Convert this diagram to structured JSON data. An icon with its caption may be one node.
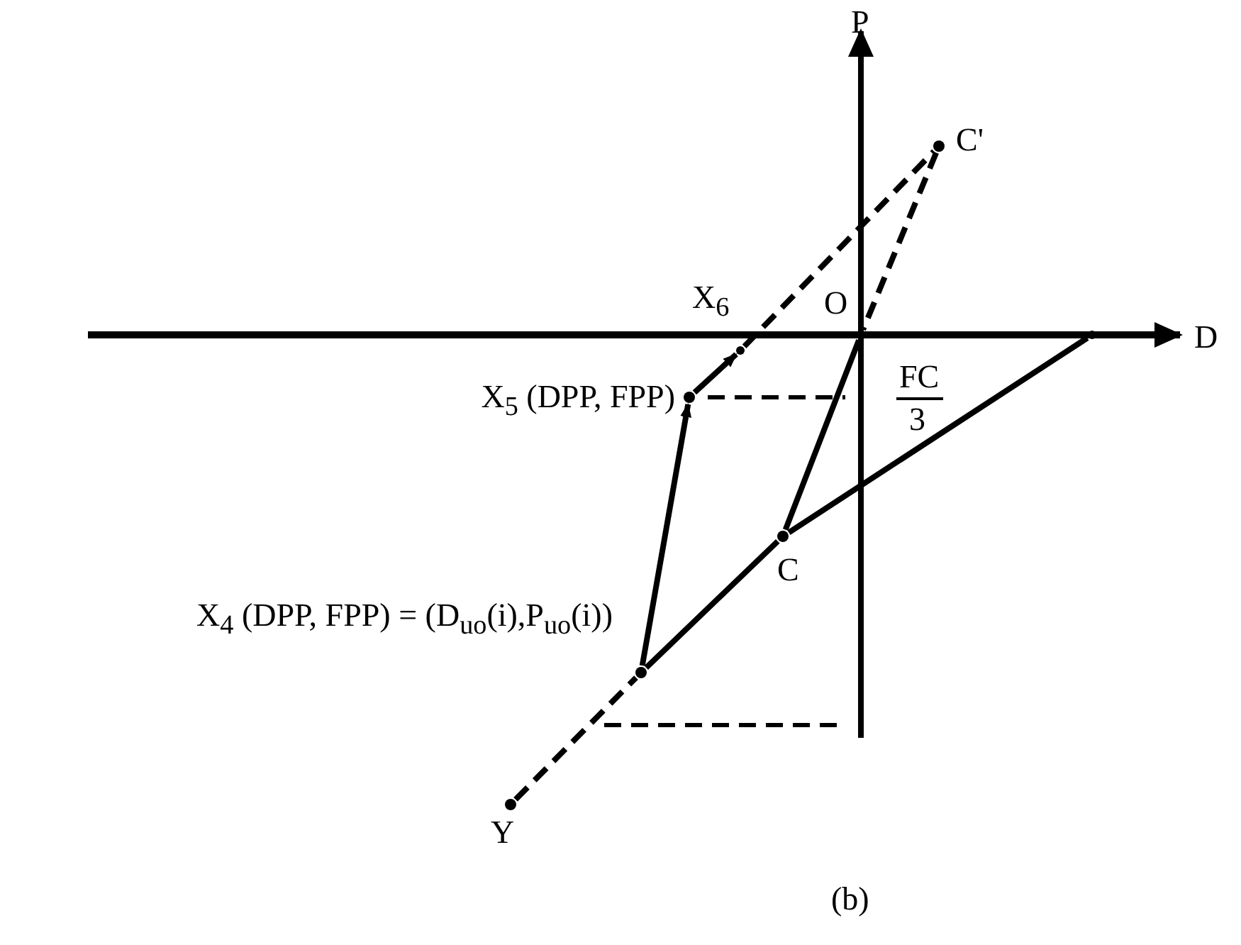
{
  "diagram": {
    "caption": "(b)",
    "nodes": [
      {
        "text": [
          "C'"
        ]
      },
      {
        "text": [
          "X$_{6}$"
        ]
      },
      {
        "text": [
          "O"
        ]
      },
      {
        "text": [
          "X$_{5}$ (DPP, FPP)"
        ]
      },
      {
        "text": [
          "C"
        ]
      },
      {
        "text": [
          "X$_{4}$ (DPP, FPP) = (D$_{uo}$(i),P$_{uo}$(i))"
        ]
      },
      {
        "text": [
          "Y"
        ]
      },
      {
        "text": [],
        "shape": "point"
      }
    ],
    "edges": [
      {
        "from": 6,
        "to": 5,
        "arrow": "none",
        "style": "dashed"
      },
      {
        "from": 5,
        "to": 3,
        "arrow": "to"
      },
      {
        "from": 3,
        "to": 1,
        "arrow": "to"
      },
      {
        "from": 1,
        "to": 0,
        "arrow": "none",
        "style": "dashed"
      },
      {
        "from": 0,
        "to": 2,
        "arrow": "none",
        "style": "dashed"
      },
      {
        "from": 2,
        "to": 4,
        "arrow": "none"
      },
      {
        "from": 5,
        "to": 4,
        "arrow": "none"
      },
      {
        "from": 4,
        "to": 7,
        "arrow": "none"
      }
    ],
    "labels": [
      "P",
      "D",
      "FC",
      "3"
    ]
  }
}
